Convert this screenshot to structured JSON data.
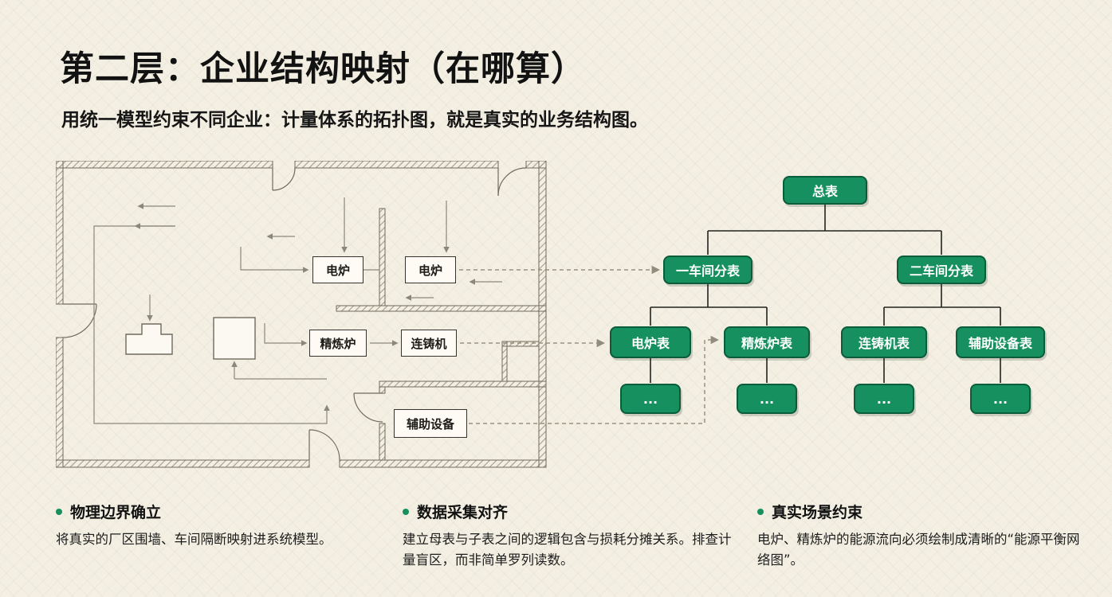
{
  "page": {
    "title": "第二层：企业结构映射（在哪算）",
    "subtitle": "用统一模型约束不同企业：计量体系的拓扑图，就是真实的业务结构图。"
  },
  "floorplan": {
    "equipment": [
      {
        "label": "电炉"
      },
      {
        "label": "电炉"
      },
      {
        "label": "精炼炉"
      },
      {
        "label": "连铸机"
      },
      {
        "label": "辅助设备"
      }
    ]
  },
  "tree": {
    "root": "总表",
    "level2": [
      "一车间分表",
      "二车间分表"
    ],
    "level3": [
      "电炉表",
      "精炼炉表",
      "连铸机表",
      "辅助设备表"
    ],
    "leaf": "..."
  },
  "bullets": [
    {
      "heading": "物理边界确立",
      "body": "将真实的厂区围墙、车间隔断映射进系统模型。"
    },
    {
      "heading": "数据采集对齐",
      "body": "建立母表与子表之间的逻辑包含与损耗分摊关系。排查计量盲区，而非简单罗列读数。"
    },
    {
      "heading": "真实场景约束",
      "body": "电炉、精炼炉的能源流向必须绘制成清晰的“能源平衡网络图”。"
    }
  ],
  "colors": {
    "accent_green": "#15905e",
    "green_border": "#0a5c3b",
    "background": "#f3efe2",
    "line_gray": "#8b877b"
  }
}
